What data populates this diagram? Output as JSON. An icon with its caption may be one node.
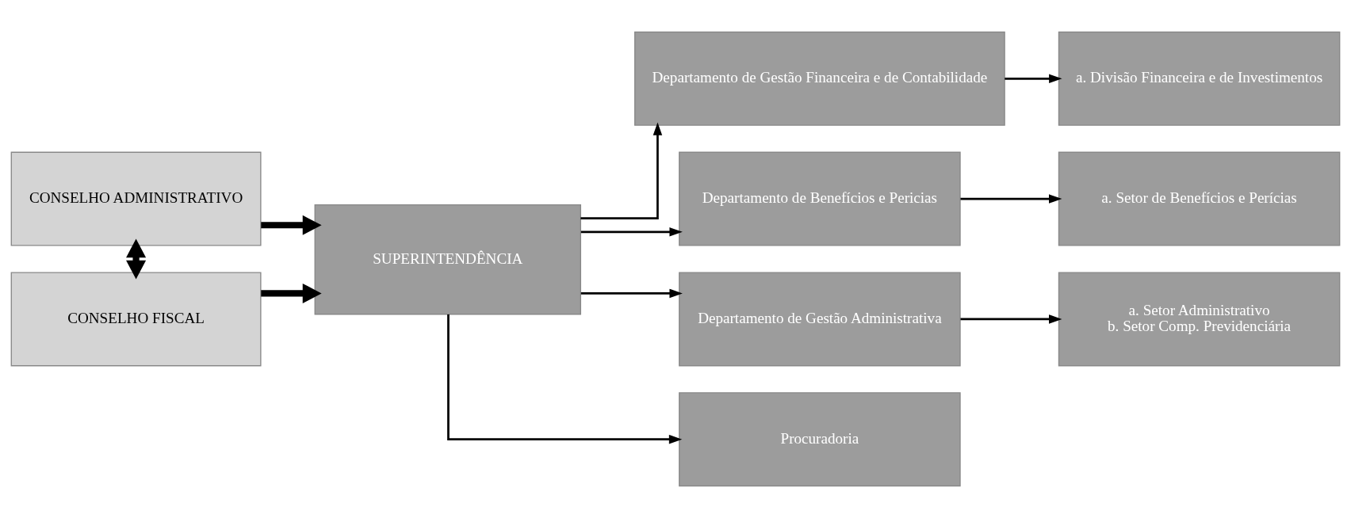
{
  "diagram": {
    "nodes": [
      {
        "text": [
          "CONSELHO ADMINISTRATIVO"
        ]
      },
      {
        "text": [
          "CONSELHO FISCAL"
        ]
      },
      {
        "text": [
          "SUPERINTENDÊNCIA"
        ]
      },
      {
        "text": [
          "Departamento de Gestão Financeira e de Contabilidade"
        ]
      },
      {
        "text": [
          "Departamento de Benefícios e Pericias"
        ]
      },
      {
        "text": [
          "Departamento de Gestão Administrativa"
        ]
      },
      {
        "text": [
          "Procuradoria"
        ]
      },
      {
        "text": [
          "a. Divisão Financeira e de Investimentos"
        ]
      },
      {
        "text": [
          "a. Setor de Benefícios e Perícias"
        ]
      },
      {
        "text": [
          "a. Setor Administrativo",
          "b. Setor Comp. Previdenciária"
        ]
      }
    ],
    "edges": [
      {
        "from": 0,
        "to": 1,
        "arrow": "both",
        "style": "thick"
      },
      {
        "from": 0,
        "to": 2,
        "arrow": "to",
        "style": "thick"
      },
      {
        "from": 1,
        "to": 2,
        "arrow": "to",
        "style": "thick"
      },
      {
        "from": 2,
        "to": 3,
        "arrow": "to"
      },
      {
        "from": 2,
        "to": 4,
        "arrow": "to"
      },
      {
        "from": 2,
        "to": 5,
        "arrow": "to"
      },
      {
        "from": 2,
        "to": 6,
        "arrow": "to"
      },
      {
        "from": 3,
        "to": 7,
        "arrow": "to"
      },
      {
        "from": 4,
        "to": 8,
        "arrow": "to"
      },
      {
        "from": 5,
        "to": 9,
        "arrow": "to"
      }
    ]
  }
}
